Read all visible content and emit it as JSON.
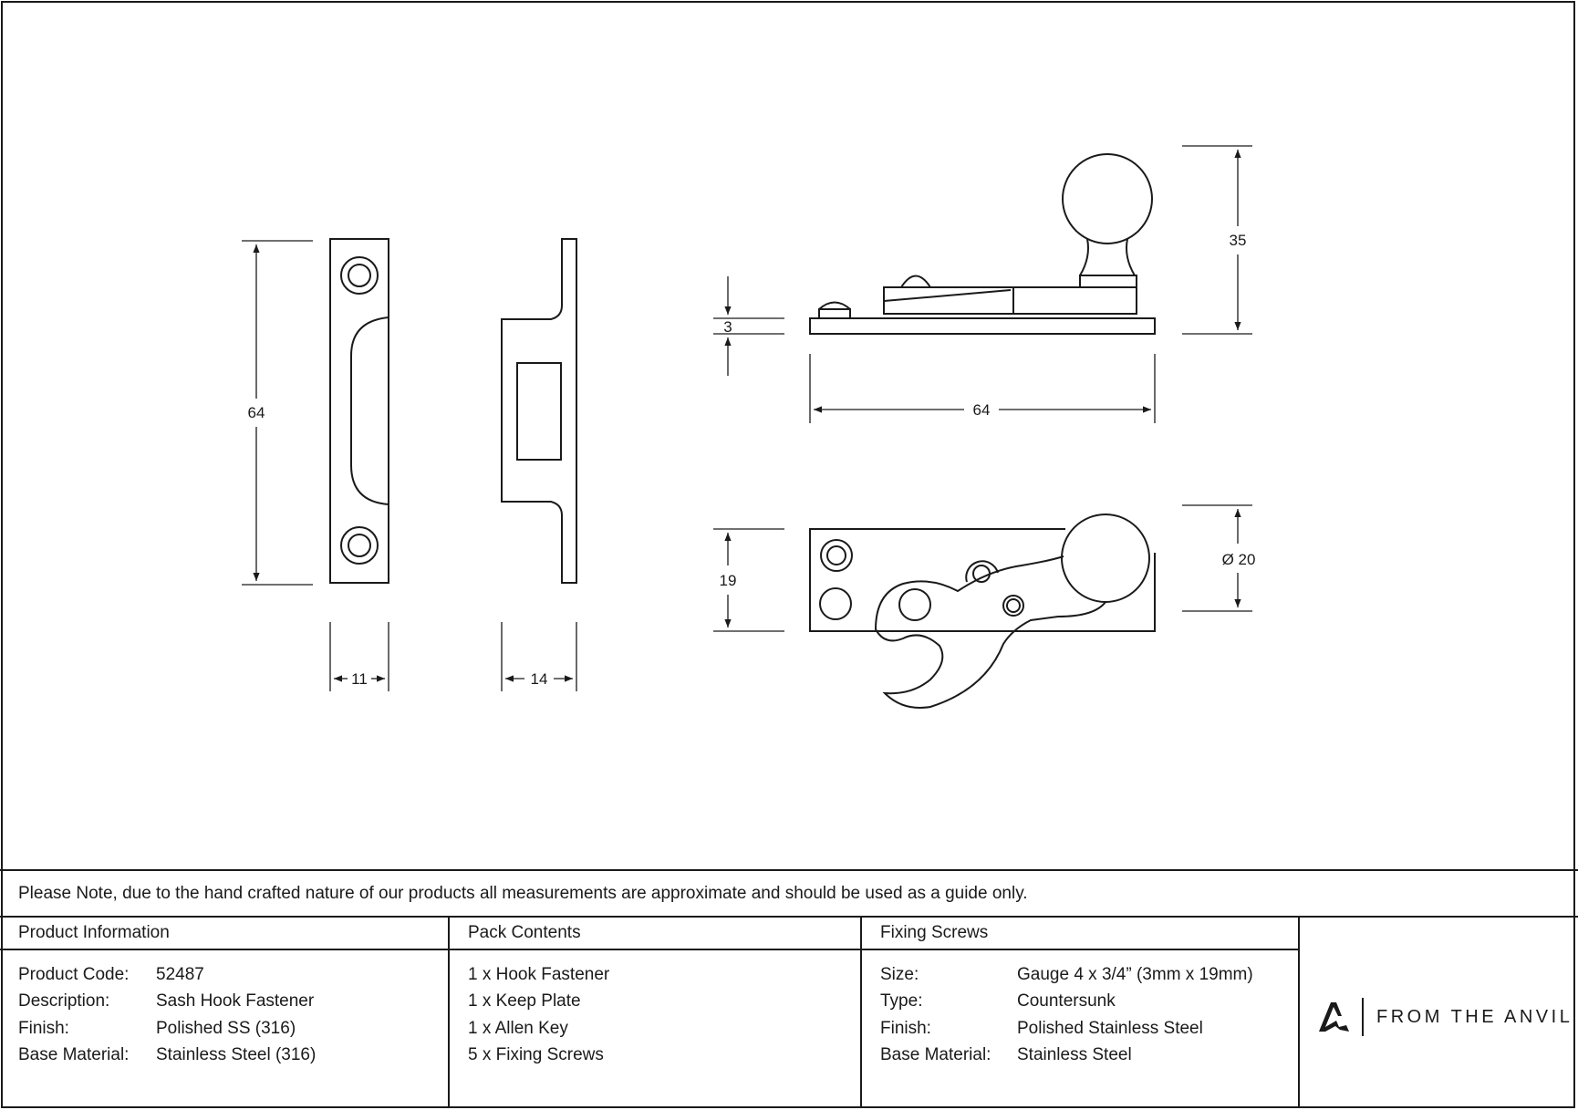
{
  "dimensions": {
    "keep_height": "64",
    "keep_width": "11",
    "keep_depth": "14",
    "base_thickness": "3",
    "fastener_length": "64",
    "fastener_height": "35",
    "fastener_width": "19",
    "knob_diameter": "Ø 20"
  },
  "note": "Please Note, due to the hand crafted nature of our products all measurements are approximate and should be used as a guide only.",
  "product_information": {
    "heading": "Product Information",
    "rows": [
      {
        "label": "Product Code:",
        "value": "52487"
      },
      {
        "label": "Description:",
        "value": "Sash Hook Fastener"
      },
      {
        "label": "Finish:",
        "value": "Polished SS (316)"
      },
      {
        "label": "Base Material:",
        "value": "Stainless Steel (316)"
      }
    ]
  },
  "pack_contents": {
    "heading": "Pack Contents",
    "items": [
      "1 x Hook Fastener",
      "1 x Keep Plate",
      "1 x Allen Key",
      "5 x Fixing Screws"
    ]
  },
  "fixing_screws": {
    "heading": "Fixing Screws",
    "rows": [
      {
        "label": "Size:",
        "value": "Gauge 4 x 3/4” (3mm x 19mm)"
      },
      {
        "label": "Type:",
        "value": "Countersunk"
      },
      {
        "label": "Finish:",
        "value": "Polished Stainless Steel"
      },
      {
        "label": "Base Material:",
        "value": "Stainless Steel"
      }
    ]
  },
  "brand": {
    "name": "FROM THE ANVIL",
    "icon": "anvil-logo-icon"
  },
  "colors": {
    "ink": "#1a1a1a",
    "background": "#ffffff"
  }
}
